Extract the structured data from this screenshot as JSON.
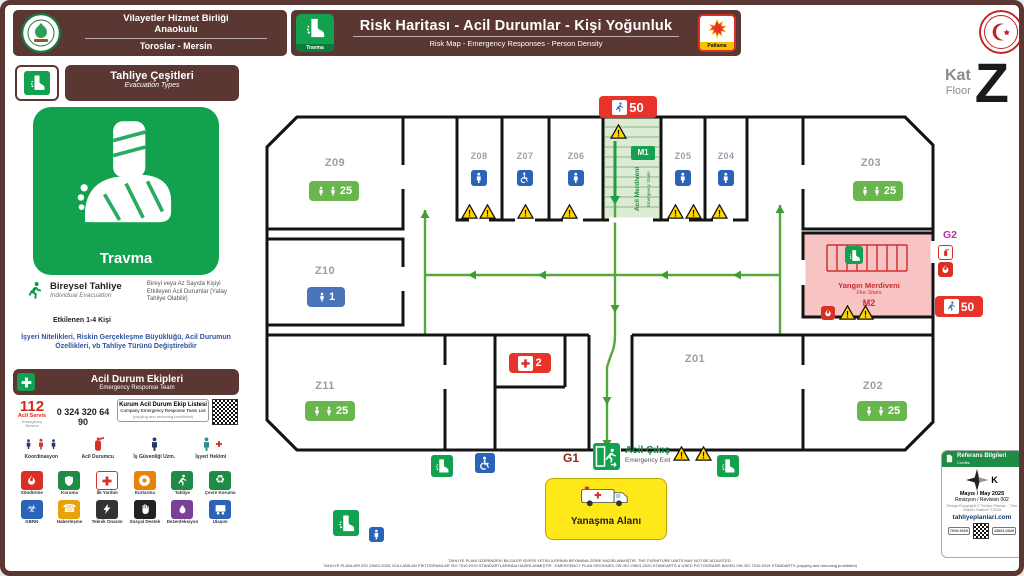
{
  "header": {
    "org_name_line1": "Vilayetler Hizmet Birliği",
    "org_name_line2": "Anaokulu",
    "org_location": "Toroslar - Mersin",
    "risk_icon_label": "Travma",
    "title": "Risk Haritası - Acil Durumlar - Kişi Yoğunluk",
    "subtitle": "Risk Map - Emergency Responses - Person Density",
    "hazard_icon_label": "Patlama"
  },
  "floor_badge": {
    "kat": "Kat",
    "floor": "Floor",
    "letter": "Z"
  },
  "evacuation_panel": {
    "title": "Tahliye Çeşitleri",
    "subtitle": "Evacuation Types",
    "type_label": "Travma",
    "individual_title": "Bireysel Tahliye",
    "individual_subtitle": "Individual Evacuation",
    "individual_desc": "Bireyi veya Az Sayıda Kişiyi Etkileyen Acil Durumlar [Yatay Tahliye Olabilir]",
    "individual_affected": "Etkilenen 1-4 Kişi",
    "note": "İşyeri Nitelikleri, Riskin Gerçekleşme Büyüklüğü, Acil Durumun Özellikleri, vb Tahliye Türünü Değiştirebilir"
  },
  "team_panel": {
    "title": "Acil Durum Ekipleri",
    "subtitle": "Emergency Response Team",
    "emergency_number": "112",
    "emergency_number_label": "Acil Servis",
    "emergency_number_sublabel": "Emergency Service",
    "phone": "0 324 320 64 90",
    "list_title": "Kurum Acil Durum Ekip Listesi",
    "list_subtitle": "Company Emergency Response Team List",
    "list_note": "(copying and removing prohibited)",
    "roles": [
      "Koordinasyon",
      "Acil Durumcu",
      "İş Güvenliği Uzm.",
      "İşyeri Hekimi"
    ],
    "teams": [
      "Söndürme",
      "Koruma",
      "İlk Yardım",
      "Kurtarma",
      "Tahliye",
      "Çevre Koruma",
      "KBRN",
      "Haberleşme",
      "Teknik Onarım",
      "Sosyal Destek",
      "Dezenfeksiyon",
      "Ulaşım"
    ]
  },
  "plan": {
    "rooms": {
      "z09": {
        "label": "Z09",
        "occupancy": "25"
      },
      "z08": {
        "label": "Z08"
      },
      "z07": {
        "label": "Z07"
      },
      "z06": {
        "label": "Z06"
      },
      "z05": {
        "label": "Z05"
      },
      "z04": {
        "label": "Z04"
      },
      "z03": {
        "label": "Z03",
        "occupancy": "25"
      },
      "z10": {
        "label": "Z10",
        "occupancy": "1"
      },
      "z11": {
        "label": "Z11",
        "occupancy": "25"
      },
      "z01": {
        "label": "Z01"
      },
      "z02": {
        "label": "Z02",
        "occupancy": "25"
      }
    },
    "m1": {
      "label": "M1",
      "title_tr": "Acil Merdiveni",
      "title_en": "Emergency Stairs"
    },
    "m2": {
      "label": "M2",
      "title_tr": "Yangın Merdiveni",
      "title_en": "Fire Stairs"
    },
    "exit_g1": {
      "label": "G1",
      "title_tr": "Acil Çıkış",
      "title_en": "Emergency Exit"
    },
    "exit_g2": {
      "label": "G2"
    },
    "density_top": "50",
    "density_right": "50",
    "first_aid_count": "2",
    "assembly_area": "Yanaşma Alanı"
  },
  "credits": {
    "title": "Referans Bilgileri",
    "subtitle": "Credits",
    "compass_letter": "K",
    "date": "Mayıs / May 2025",
    "revision": "Revizyon / Revision 002",
    "design_note": "Design/Copyright © Tahliye Planları - Tüm Hakları Saklıdır ©2025",
    "website": "tahliyeplanlari.com",
    "iso_left": "7010:2019",
    "iso_right": "23601:2020"
  },
  "footer": {
    "line1": "TAHLİYE PLANI ÜZERİNDEKİ BİLGİLER İŞYERİ YETKİLİLERİNİN BEYANINA GÖRE HAZIRLANMIŞTIR. THE FURNITURE UNITS MAY NOT BE ADJUSTED.",
    "line2": "TAHLİYE PLANLARI ISO 23601:2020, KULLANILAN PİKTOGRAMLAR ISO 7010:2019 STANDARTLARINDA HAZIRLANMIŞTIR - EMERGENCY PLAN DESIGNED ON ISO 23601:2020 STANDARTS & USED PICTOGRAMS BASED ON ISO 7010:2019 STANDARTS (copying and removing prohibited)"
  },
  "colors": {
    "brand_brown": "#5a3732",
    "emergency_green": "#12a14f",
    "alert_red": "#e8332a",
    "route_green": "#54a93a",
    "assembly_yellow": "#ffe81a",
    "info_blue": "#2a63b8"
  }
}
